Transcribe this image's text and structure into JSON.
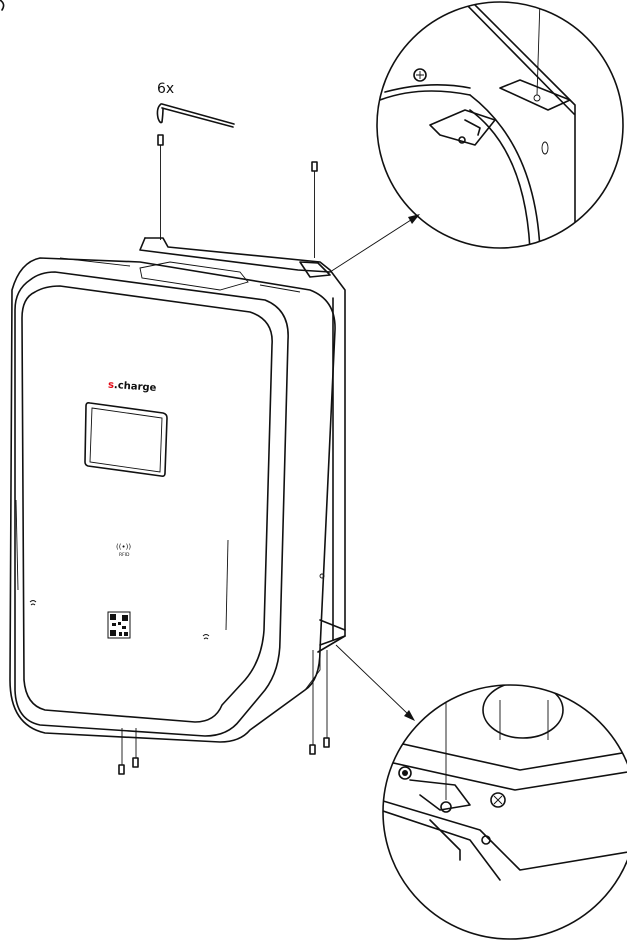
{
  "diagram": {
    "quantity_label": "6x",
    "logo": {
      "prefix": "s",
      "text": ".charge",
      "accent_color": "#e30613"
    },
    "rfid_label": "RFID",
    "rfid_symbol": "((•))"
  }
}
